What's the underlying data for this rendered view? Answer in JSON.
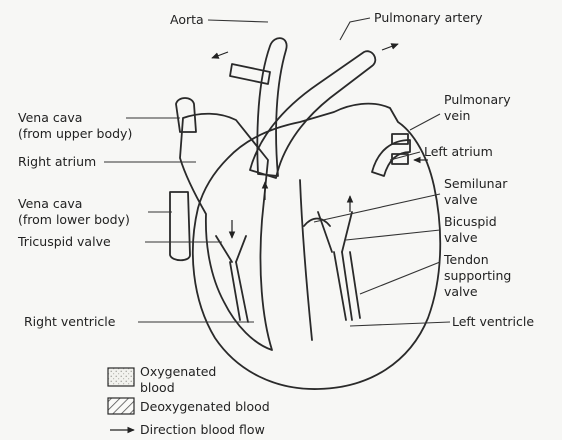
{
  "labels": {
    "aorta": "Aorta",
    "pulmonary_artery": "Pulmonary artery",
    "vena_cava_upper_1": "Vena cava",
    "vena_cava_upper_2": "(from upper body)",
    "right_atrium": "Right atrium",
    "vena_cava_lower_1": "Vena cava",
    "vena_cava_lower_2": "(from lower body)",
    "tricuspid_valve": "Tricuspid valve",
    "right_ventricle": "Right ventricle",
    "pulmonary_vein_1": "Pulmonary",
    "pulmonary_vein_2": "vein",
    "left_atrium": "Left atrium",
    "semilunar_valve_1": "Semilunar",
    "semilunar_valve_2": "valve",
    "bicuspid_valve_1": "Bicuspid",
    "bicuspid_valve_2": "valve",
    "tendon_1": "Tendon",
    "tendon_2": "supporting",
    "tendon_3": "valve",
    "left_ventricle": "Left ventricle"
  },
  "legend": {
    "oxygenated_1": "Oxygenated",
    "oxygenated_2": "blood",
    "deoxygenated": "Deoxygenated blood",
    "direction": "Direction blood flow"
  },
  "colors": {
    "background": "#f7f7f5",
    "ink": "#2a2a2a",
    "oxygenated_stipple": "#c9c9c2",
    "deoxygenated_hatch": "#555555"
  }
}
